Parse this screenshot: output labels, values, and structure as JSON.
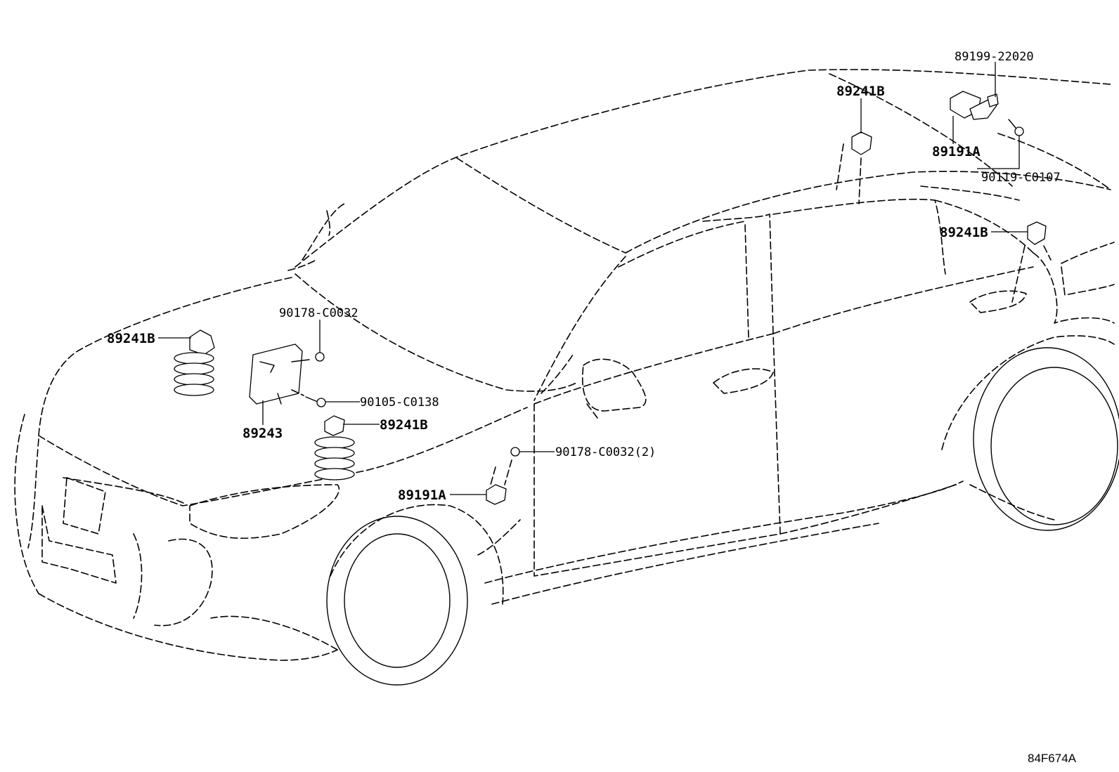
{
  "labels": {
    "l_89199_22020": "89199-22020",
    "l_89241B_roof": "89241B",
    "l_89191A_roof": "89191A",
    "l_90119_C0107": "90119-C0107",
    "l_89241B_rear": "89241B",
    "l_90178_C0032": "90178-C0032",
    "l_89241B_left": "89241B",
    "l_90105_C0138": "90105-C0138",
    "l_89241B_mid": "89241B",
    "l_89243": "89243",
    "l_90178_C0032_2": "90178-C0032(2)",
    "l_89191A_front": "89191A"
  },
  "figure_code": "84F674A"
}
